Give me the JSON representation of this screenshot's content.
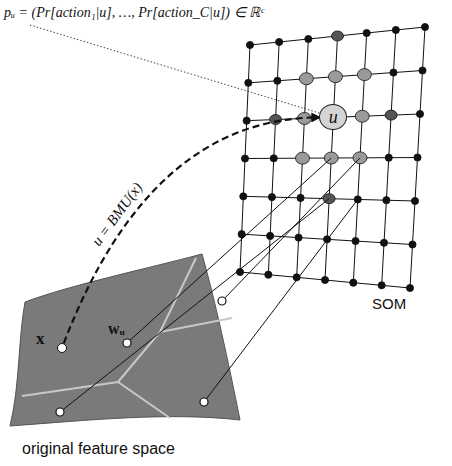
{
  "diagram": {
    "nodes": [
      {
        "text": [
          "x"
        ]
      },
      {
        "text": [
          "u"
        ]
      }
    ],
    "edges": [
      {
        "from": 0,
        "to": 1,
        "label": "u = BMU(x)",
        "arrow": "to"
      }
    ],
    "labels": [
      "pᵤ = (Pr[action₁|u], …, Pr[action_C|u]) ∈ ℝᶜ",
      "wᵤ",
      "SOM",
      "original feature space"
    ]
  }
}
